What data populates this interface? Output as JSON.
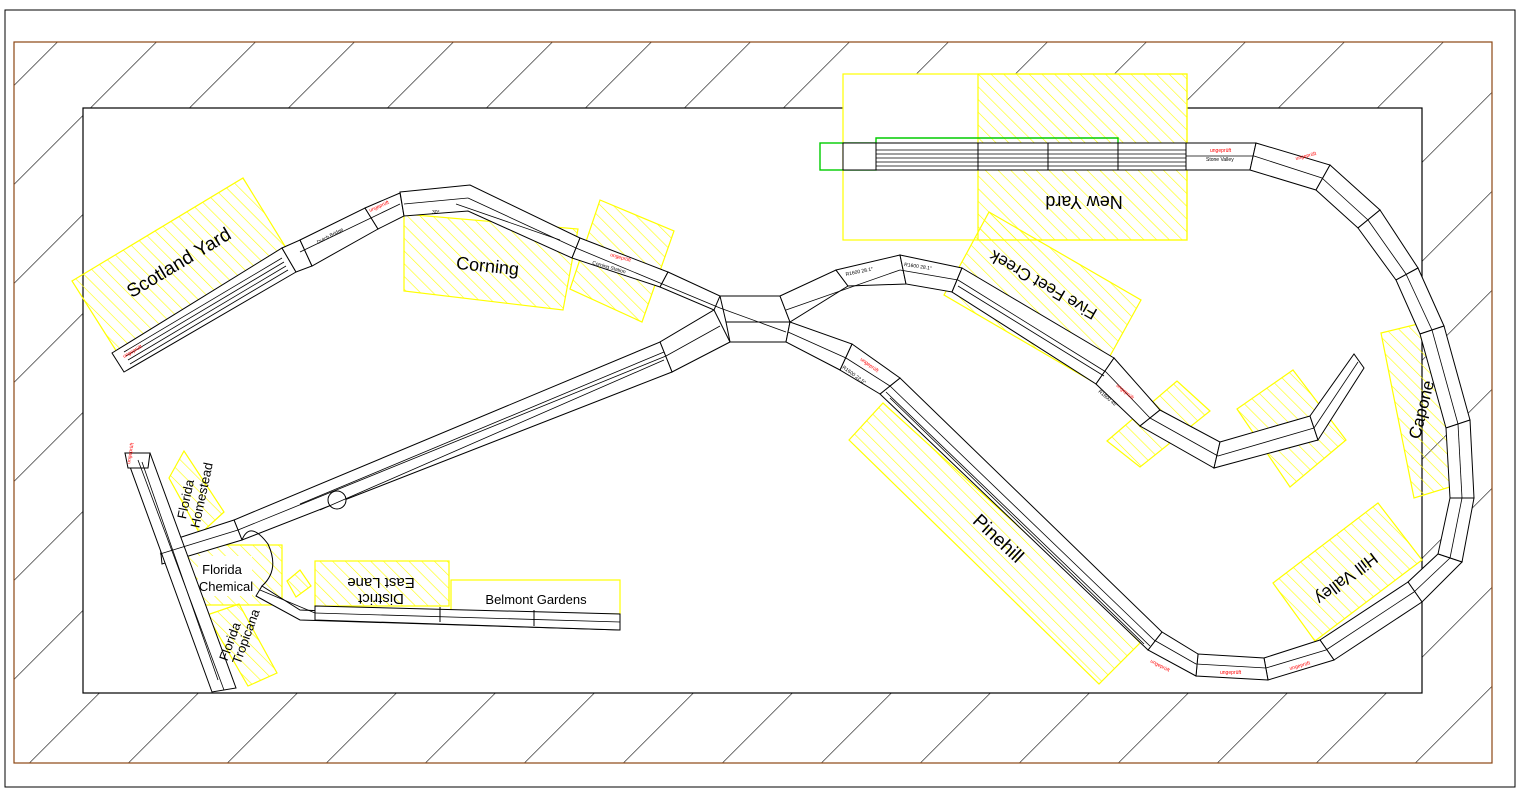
{
  "colors": {
    "wall": "#8b4513",
    "zone": "#ffff00",
    "track": "#000000",
    "highlight": "#00cc00",
    "note": "#ff0000"
  },
  "stations": {
    "scotland_yard": "Scotland Yard",
    "corning": "Corning",
    "new_yard": "New Yard",
    "five_feet_creek": "Five Feet Creek",
    "capone": "Capone",
    "pinehill": "Pinehill",
    "hill_valley": "Hill Valley",
    "florida_homestead_1": "Florida",
    "florida_homestead_2": "Homestead",
    "florida_chemical_1": "Florida",
    "florida_chemical_2": "Chemical",
    "florida_tropicana_1": "Florida",
    "florida_tropicana_2": "Tropicana",
    "east_lane_1": "East Lane",
    "east_lane_2": "District",
    "belmont_gardens": "Belmont Gardens"
  },
  "module_labels": {
    "stone_valley": "Stone Valley",
    "unpowered": "ungeprüft",
    "dutch_bridge": "Dutch Bridge",
    "corning_station": "Corning Station",
    "curve_r1": "R1600 28.1°",
    "curve_r2": "R1600 28.1°",
    "angle_30": "30°",
    "curve_r3": "R1600 22.5°",
    "curve_r4": "R1600 45°"
  }
}
